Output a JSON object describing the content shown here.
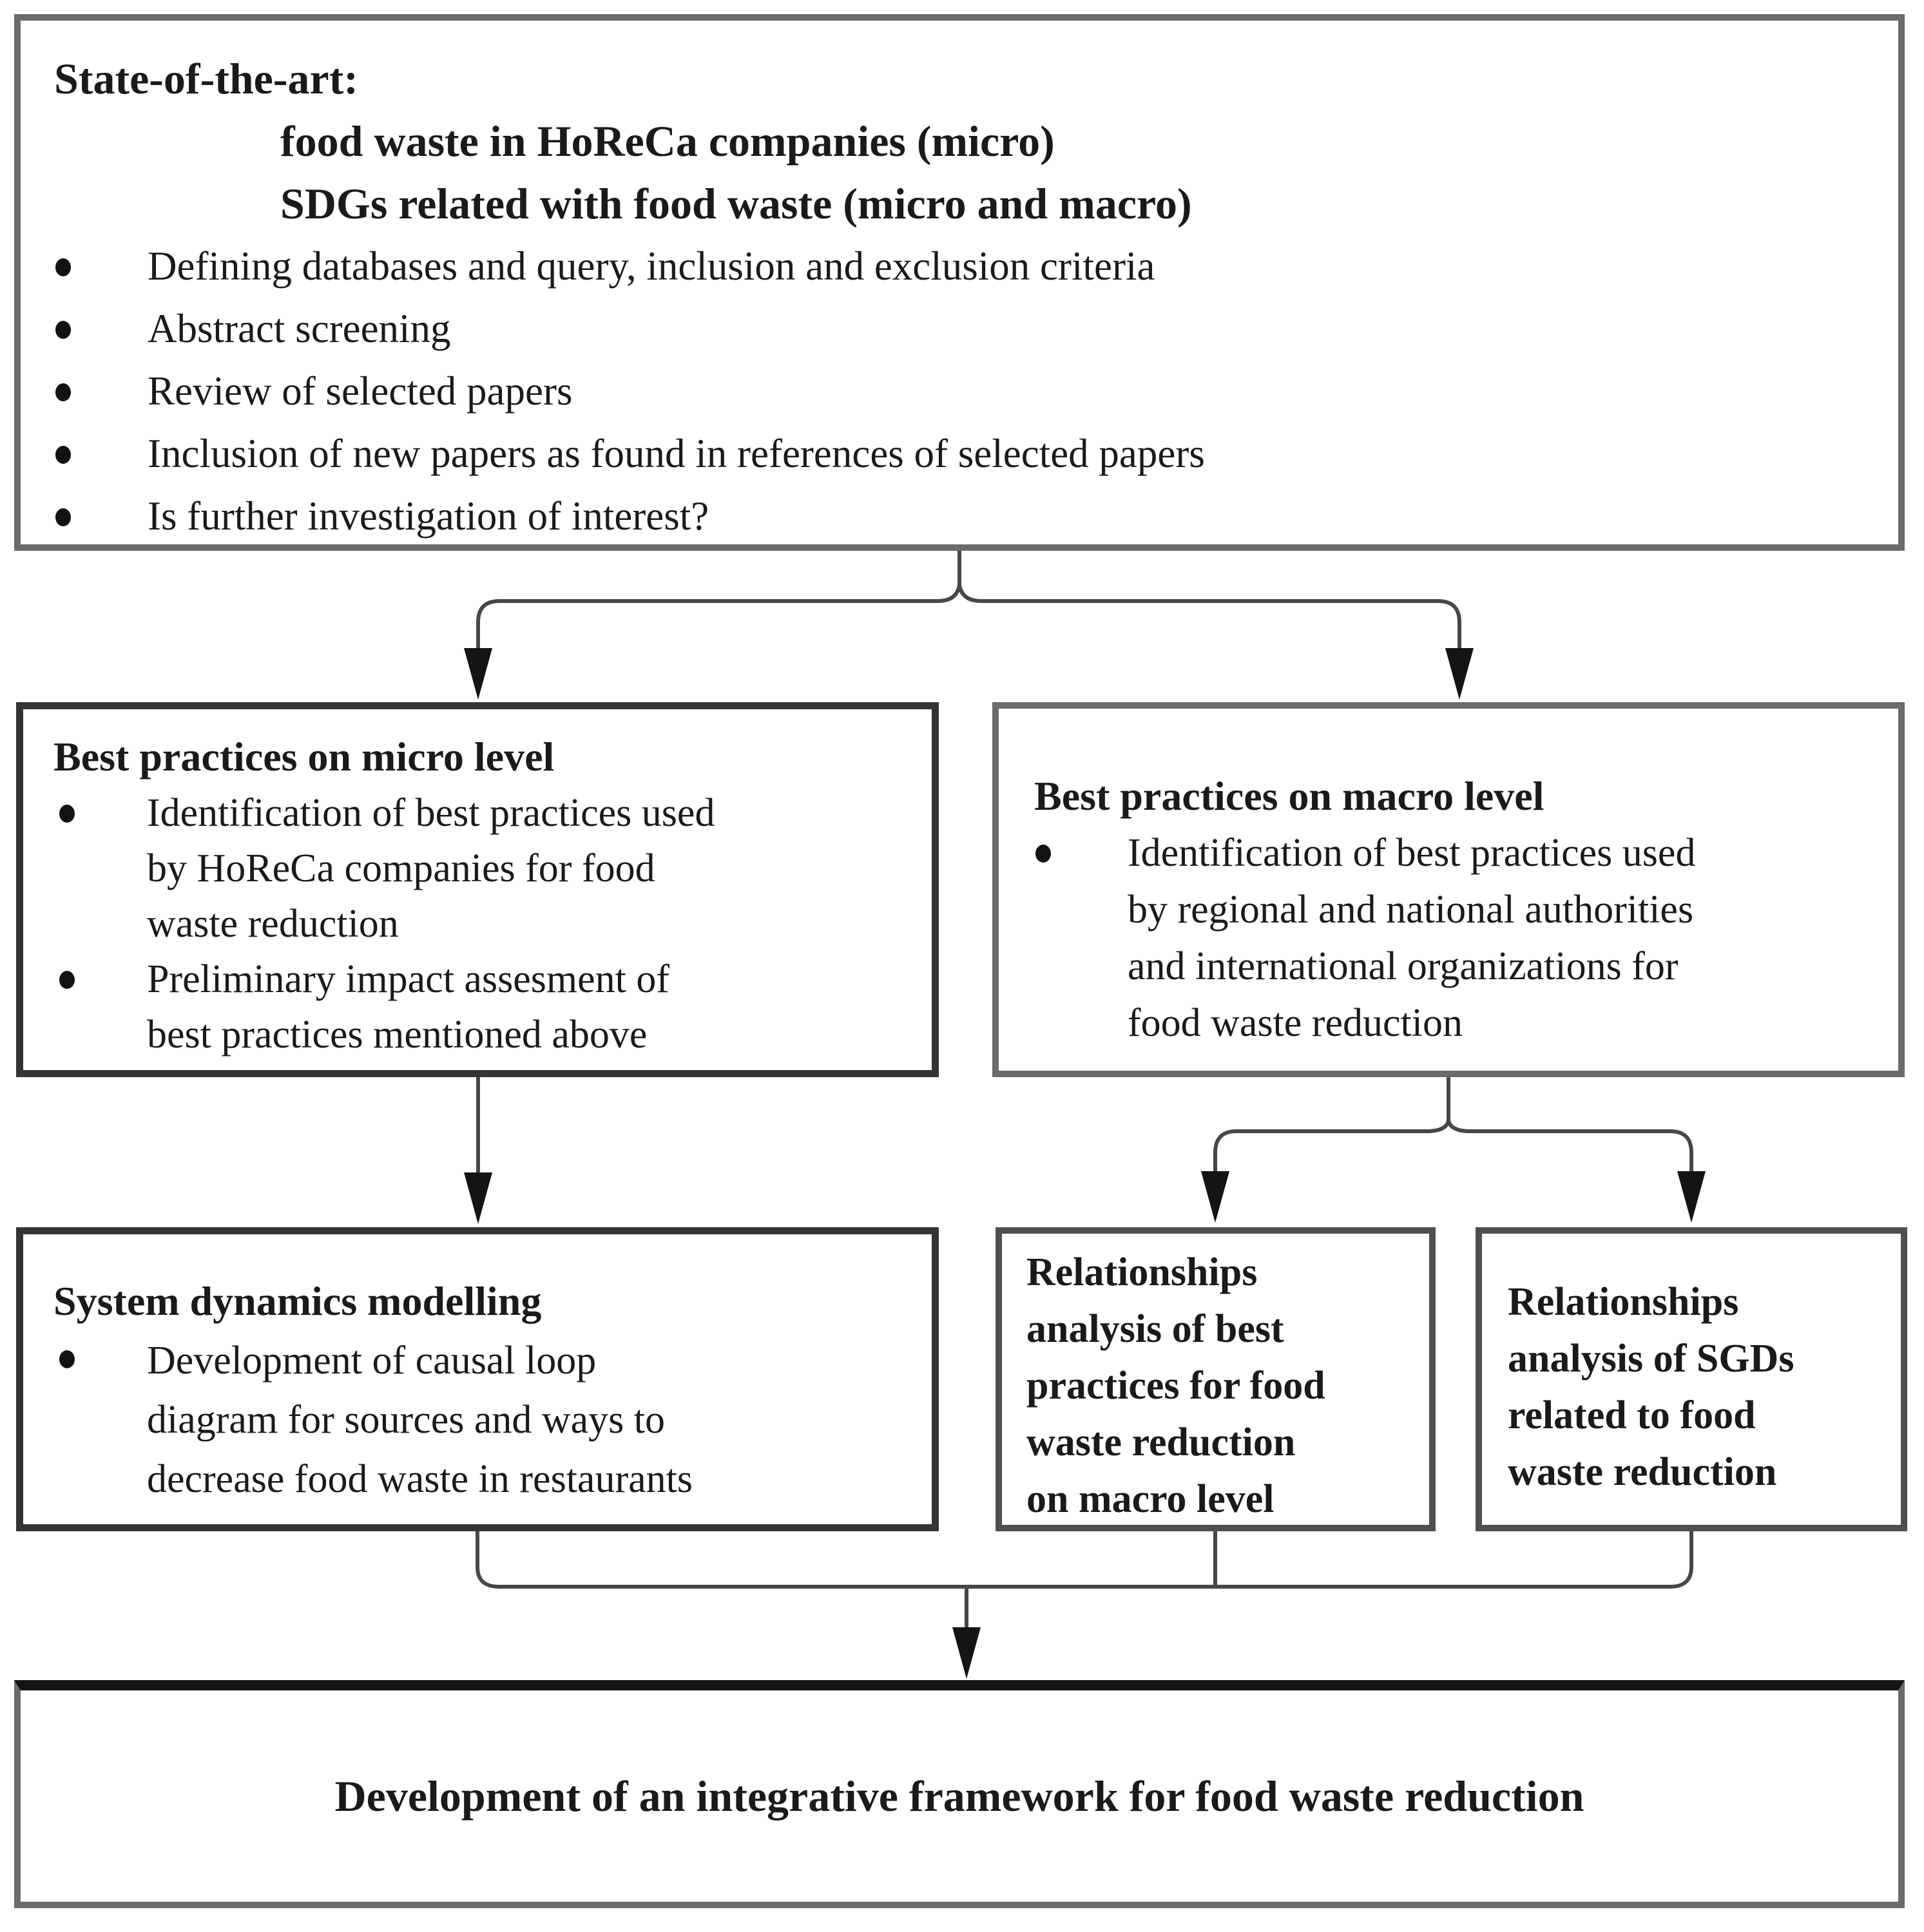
{
  "top_box": {
    "title": "State-of-the-art:",
    "subtitles": [
      "food waste in HoReCa companies (micro)",
      "SDGs related with food waste (micro and macro)"
    ],
    "bullets": [
      "Defining databases and query, inclusion and exclusion criteria",
      "Abstract screening",
      "Review of selected papers",
      "Inclusion of new papers as found in references of selected papers",
      "Is further investigation of interest?"
    ]
  },
  "micro_box": {
    "title": "Best practices on micro level",
    "bullets": [
      "Identification of best practices used\nby HoReCa companies for food\nwaste reduction",
      "Preliminary impact assesment of\nbest practices mentioned above"
    ]
  },
  "macro_box": {
    "title": "Best practices on macro level",
    "bullets": [
      "Identification of best practices used\nby regional and national authorities\nand international organizations  for\nfood waste reduction"
    ]
  },
  "sdm_box": {
    "title": "System dynamics modelling",
    "bullets": [
      "Development of causal loop\ndiagram for sources and ways to\ndecrease food waste in restaurants"
    ]
  },
  "rel_macro_box": {
    "text": "Relationships\nanalysis of best\npractices for food\nwaste reduction\non macro level"
  },
  "rel_sgd_box": {
    "text": "Relationships\nanalysis of SGDs\nrelated to food\nwaste reduction"
  },
  "bottom_box": {
    "text": "Development of an integrative framework for food waste reduction"
  },
  "colors": {
    "background": "#ffffff",
    "text": "#1a1a1a",
    "box_border": "#595959",
    "connector": "#474747",
    "arrowhead": "#141414"
  }
}
